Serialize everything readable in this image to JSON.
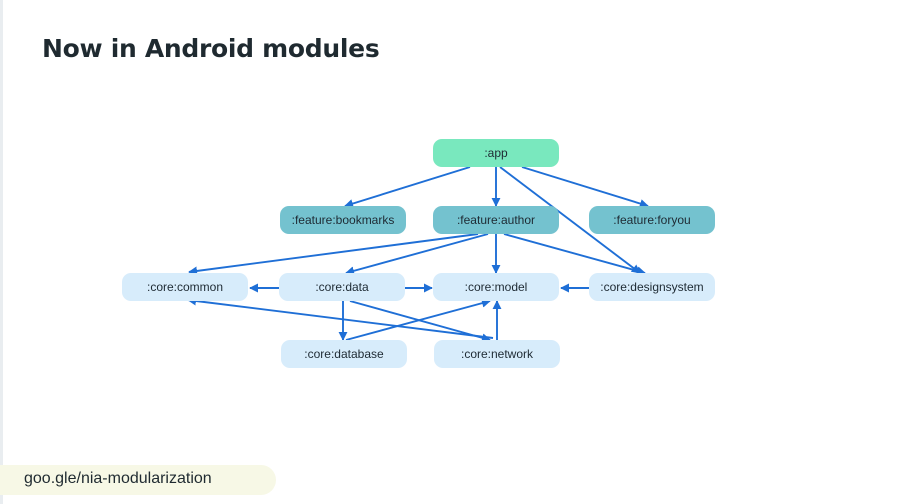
{
  "slide": {
    "title": "Now in Android modules",
    "footer_link": "goo.gle/nia-modularization"
  },
  "diagram": {
    "colors": {
      "app": "#79e8be",
      "feature": "#74c2cf",
      "core": "#d7ecfb",
      "arrow": "#1f6fd6",
      "footer_bg": "#f7f8e6"
    },
    "nodes": [
      {
        "id": "app",
        "label": ":app",
        "kind": "app"
      },
      {
        "id": "bookmarks",
        "label": ":feature:bookmarks",
        "kind": "feature"
      },
      {
        "id": "author",
        "label": ":feature:author",
        "kind": "feature"
      },
      {
        "id": "foryou",
        "label": ":feature:foryou",
        "kind": "feature"
      },
      {
        "id": "common",
        "label": ":core:common",
        "kind": "core"
      },
      {
        "id": "data",
        "label": ":core:data",
        "kind": "core"
      },
      {
        "id": "model",
        "label": ":core:model",
        "kind": "core"
      },
      {
        "id": "designsystem",
        "label": ":core:designsystem",
        "kind": "core"
      },
      {
        "id": "database",
        "label": ":core:database",
        "kind": "core"
      },
      {
        "id": "network",
        "label": ":core:network",
        "kind": "core"
      }
    ],
    "edges": [
      {
        "from": "app",
        "to": "bookmarks"
      },
      {
        "from": "app",
        "to": "author"
      },
      {
        "from": "app",
        "to": "foryou"
      },
      {
        "from": "app",
        "to": "designsystem"
      },
      {
        "from": "author",
        "to": "common"
      },
      {
        "from": "author",
        "to": "data"
      },
      {
        "from": "author",
        "to": "model"
      },
      {
        "from": "author",
        "to": "designsystem"
      },
      {
        "from": "data",
        "to": "common"
      },
      {
        "from": "data",
        "to": "model"
      },
      {
        "from": "data",
        "to": "database"
      },
      {
        "from": "data",
        "to": "network"
      },
      {
        "from": "designsystem",
        "to": "model"
      },
      {
        "from": "database",
        "to": "model"
      },
      {
        "from": "network",
        "to": "model"
      },
      {
        "from": "network",
        "to": "common"
      }
    ]
  }
}
